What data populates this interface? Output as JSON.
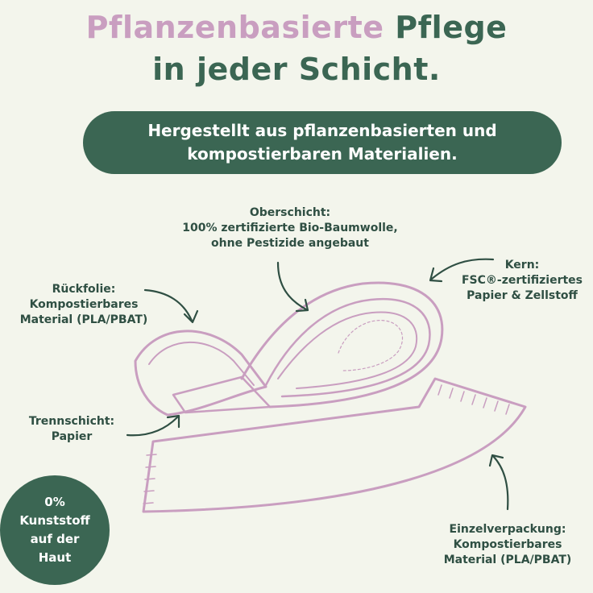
{
  "headline": {
    "part1": "Pflanzenbasierte",
    "part2": "Pflege",
    "line2": "in jeder Schicht."
  },
  "banner": {
    "line1": "Hergestellt aus pflanzenbasierten und",
    "line2": "kompostierbaren Materialien."
  },
  "labels": {
    "top": {
      "line1": "Oberschicht:",
      "line2": "100% zertifizierte Bio-Baumwolle,",
      "line3": "ohne Pestizide angebaut"
    },
    "core": {
      "line1": "Kern:",
      "line2": "FSC®-zertifiziertes",
      "line3": "Papier & Zellstoff"
    },
    "back": {
      "line1": "Rückfolie:",
      "line2": "Kompostierbares",
      "line3": "Material (PLA/PBAT)"
    },
    "separator": {
      "line1": "Trennschicht:",
      "line2": "Papier"
    },
    "wrapper": {
      "line1": "Einzelverpackung:",
      "line2": "Kompostierbares",
      "line3": "Material (PLA/PBAT)"
    }
  },
  "badge": {
    "line1": "0%",
    "line2": "Kunststoff",
    "line3": "auf der",
    "line4": "Haut"
  },
  "colors": {
    "background": "#f3f5ec",
    "green": "#3b6653",
    "pink": "#c99ec0",
    "text": "#2f4f43"
  }
}
